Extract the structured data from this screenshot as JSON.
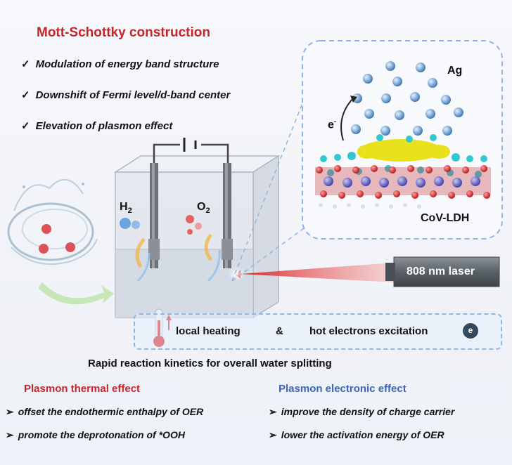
{
  "header": {
    "title": "Mott-Schottky construction",
    "checks": [
      "Modulation of energy band structure",
      "Downshift of Fermi level/d-band center",
      "Elevation of plasmon effect"
    ]
  },
  "inset": {
    "metal_label": "Ag",
    "electron_label": "e",
    "electron_sup": "-",
    "support_label": "CoV-LDH"
  },
  "cell": {
    "h2_label": "H",
    "h2_sub": "2",
    "o2_label": "O",
    "o2_sub": "2"
  },
  "laser": {
    "label": "808 nm laser"
  },
  "heating": {
    "local": "local heating",
    "amp": "&",
    "hot": "hot electrons excitation",
    "e_badge": "e"
  },
  "summary": "Rapid reaction kinetics for overall water splitting",
  "thermal": {
    "title": "Plasmon thermal effect",
    "items": [
      "offset the endothermic enthalpy of OER",
      "promote the deprotonation of *OOH"
    ]
  },
  "electronic": {
    "title": "Plasmon electronic effect",
    "items": [
      "improve the density of charge carrier",
      "lower the activation energy of OER"
    ]
  },
  "colors": {
    "red": "#c8252b",
    "blue": "#3a66b8",
    "dashed": "#8fb6e3"
  }
}
